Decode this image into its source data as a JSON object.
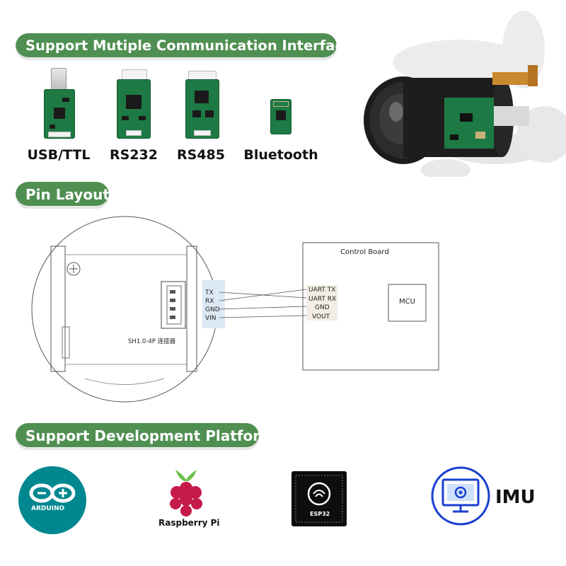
{
  "sections": {
    "interfaces": "Support Mutiple Communication Interface",
    "pins": "Pin Layout",
    "platforms": "Support Development Platform"
  },
  "interfaces": [
    {
      "label": "USB/TTL",
      "icon": "usb-ttl-board-icon"
    },
    {
      "label": "RS232",
      "icon": "rs232-board-icon"
    },
    {
      "label": "RS485",
      "icon": "rs485-board-icon"
    },
    {
      "label": "Bluetooth",
      "icon": "bluetooth-module-icon"
    }
  ],
  "pin_layout": {
    "module_pins": [
      "TX",
      "RX",
      "GND",
      "VIN"
    ],
    "connector_label": "SH1.0-4P 连接器",
    "board_title": "Control Board",
    "board_pins": [
      "UART TX",
      "UART RX",
      "GND",
      "VOUT"
    ],
    "mcu_label": "MCU"
  },
  "platforms": [
    {
      "label": "ARDUINO",
      "icon": "arduino-logo-icon"
    },
    {
      "label": "Raspberry Pi",
      "icon": "raspberry-pi-logo-icon"
    },
    {
      "label": "ESP32",
      "icon": "esp32-chip-icon"
    },
    {
      "label": "IMU",
      "icon": "imu-monitor-icon"
    }
  ],
  "colors": {
    "section_header": "#4f8f51",
    "arduino": "#00878f",
    "raspberry": "#c51a4a",
    "imu_blue": "#1a3fd0",
    "pin_highlight": "#dce9f5",
    "board_pin_bg": "#f2ece4"
  }
}
